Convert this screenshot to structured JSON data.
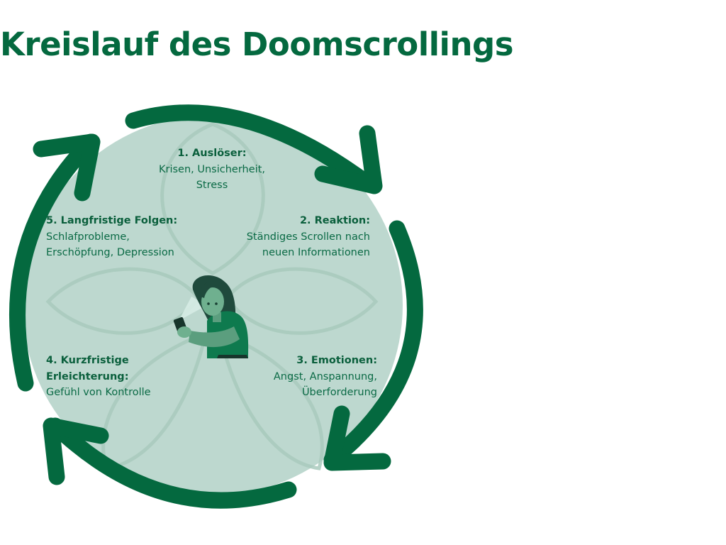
{
  "title": "Kreislauf des Doomscrollings",
  "colors": {
    "brand_green": "#04693f",
    "circle_fill": "#bdd8cf",
    "petal_stroke": "#a6c8bb",
    "text_green": "#0a6a45"
  },
  "center_illustration": "woman-looking-at-phone",
  "steps": [
    {
      "heading": "1. Auslöser:",
      "text": "Krisen, Unsicherheit,\nStress"
    },
    {
      "heading": "2. Reaktion:",
      "text": "Ständiges Scrollen nach\nneuen Informationen"
    },
    {
      "heading": "3. Emotionen:",
      "text": "Angst, Anspannung,\nÜberforderung"
    },
    {
      "heading": "4. Kurzfristige\nErleichterung:",
      "text": "Gefühl von Kontrolle"
    },
    {
      "heading": "5. Langfristige Folgen:",
      "text": "Schlafprobleme,\nErschöpfung, Depression"
    }
  ]
}
